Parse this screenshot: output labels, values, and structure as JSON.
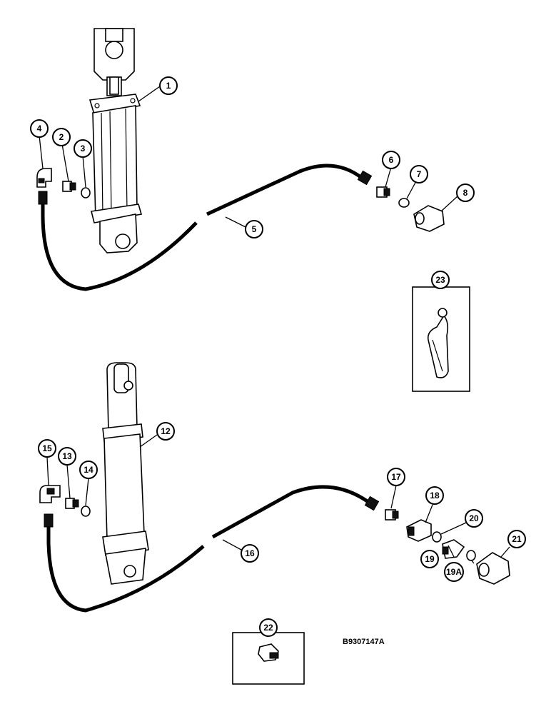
{
  "callouts": {
    "c1": "1",
    "c2": "2",
    "c3": "3",
    "c4": "4",
    "c5": "5",
    "c6": "6",
    "c7": "7",
    "c8": "8",
    "c12": "12",
    "c13": "13",
    "c14": "14",
    "c15": "15",
    "c16": "16",
    "c17": "17",
    "c18": "18",
    "c19": "19",
    "c19a": "19A",
    "c20": "20",
    "c21": "21",
    "c22": "22",
    "c23": "23"
  },
  "drawing_code": "B9307147A"
}
